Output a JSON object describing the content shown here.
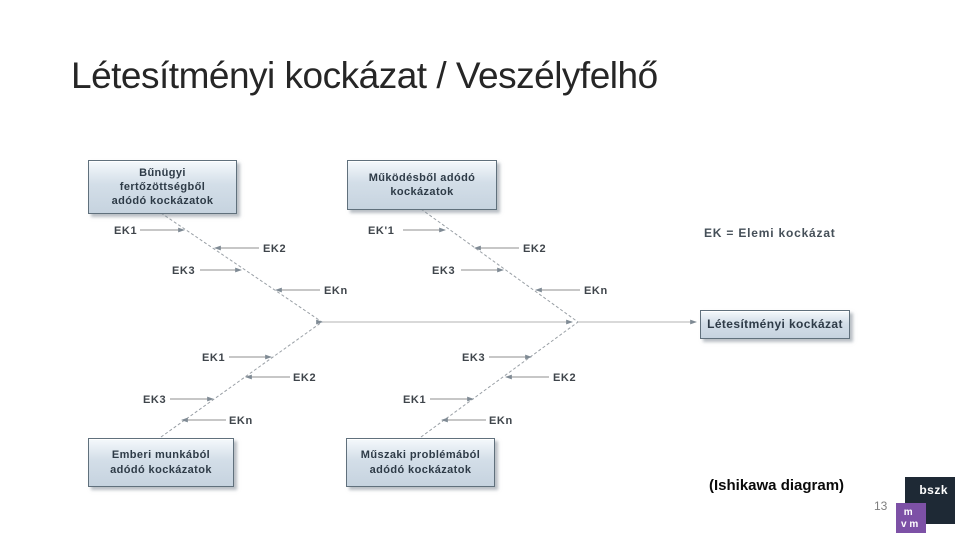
{
  "slide": {
    "title": "Létesítményi kockázat / Veszélyfelhő",
    "caption": "(Ishikawa diagram)",
    "page_number": "13"
  },
  "legend": {
    "text": "EK = Elemi kockázat"
  },
  "diagram": {
    "type": "ishikawa-fishbone",
    "result_box": "Létesítményi kockázat",
    "cause_boxes": {
      "top_left": "Bűnügyi\nfertőzöttségből\nadódó kockázatok",
      "top_middle": "Működésből adódó\nkockázatok",
      "bottom_left": "Emberi munkából\nadódó kockázatok",
      "bottom_middle": "Műszaki problémából\nadódó kockázatok"
    },
    "bones": {
      "top_left": [
        "EK1",
        "EK2",
        "EK3",
        "EKn"
      ],
      "top_middle": [
        "EK'1",
        "EK2",
        "EK3",
        "EKn"
      ],
      "bottom_left": [
        "EK1",
        "EK2",
        "EK3",
        "EKn"
      ],
      "bottom_middle": [
        "EK3",
        "EK2",
        "EK1",
        "EKn"
      ]
    }
  },
  "logo": {
    "primary_text": "bszk",
    "secondary_text": " m\nv m"
  },
  "colors": {
    "box_fill_top": "#f5f9fc",
    "box_fill_bottom": "#c6d3df",
    "box_border": "#60707c",
    "box_text": "#2e3b47",
    "bone_line": "#8f8f8f",
    "spine_line": "#b3b3b3",
    "label_text": "#3f454b",
    "logo_dark_bg": "#1e2935",
    "logo_purple_bg": "#7d51a6",
    "page_number": "#7f7f7f"
  }
}
